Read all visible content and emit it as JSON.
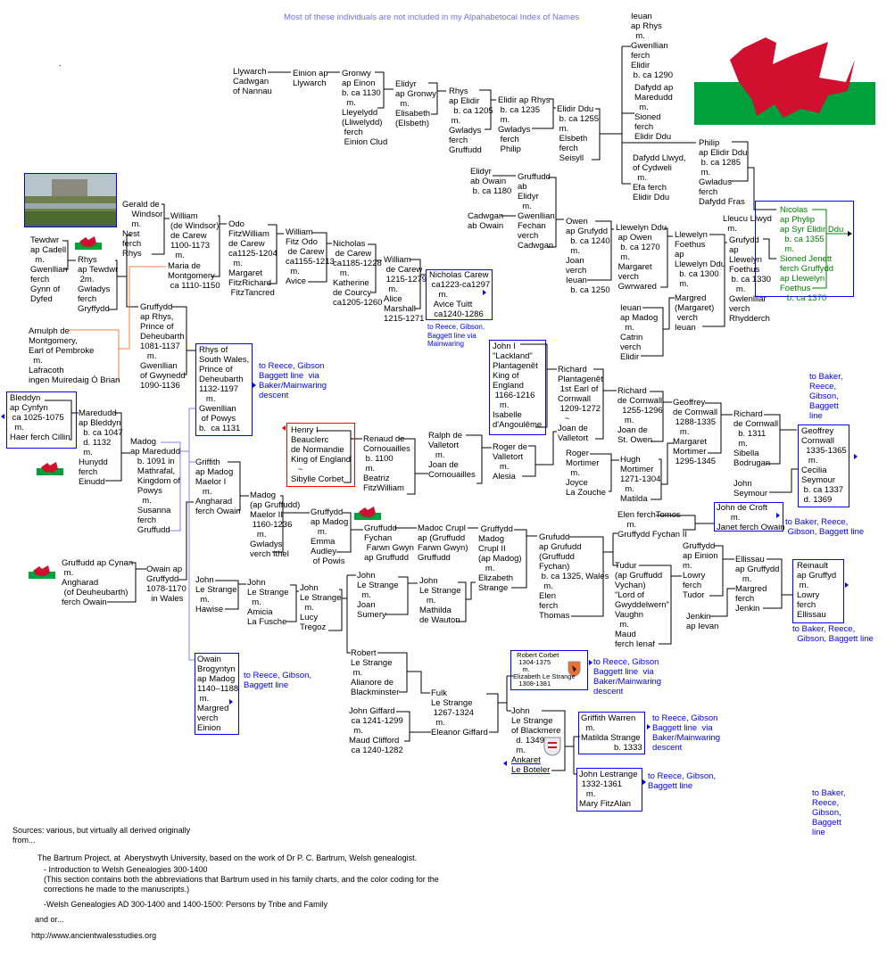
{
  "header": {
    "note": "Most of these individuals are not included in my Alpahabetocal Index of Names",
    "dot": "."
  },
  "colors": {
    "link": "#0000ff",
    "note": "#7070ff",
    "green": "#008000",
    "orange": "#f08040",
    "red": "#ff0000"
  },
  "people": {
    "llywarch": "Llywarch\nCadwgan\nof Nannau",
    "einion": "Einion ap\nLlywarch",
    "gronwy": "Gronwy\nap Einon\nb. ca 1130\n  m.\nLleyelydd\n(Lliwelydd)\n ferch\n Einion Clud",
    "elidyr": "Elidyr\nap Gronwy\n  m.\nElisabeth\n(Elsbeth)",
    "rhys_elidir": "Rhys\nap Elidir\n  b. ca 1205\n m.\nGwladys\nferch\nGruffudd",
    "elidir_rhys": "Elidir ap Rhys\n b. ca 1235\n m.\nGwladys\n ferch\n Philip",
    "elidir_ddu": "Elidir Ddu\n b. ca 1255\n m.\n Elsbeth\n ferch\n Seisyll",
    "ieuan_rhys": "Ieuan\nap Rhys\n  m.\nGwenllian\nferch\nElidir\n b. ca 1290",
    "dafydd_maredudd": "Dafydd ap\nMaredudd\n  m.\nSioned\nferch\nElidir Ddu",
    "dafydd_llwyd": "Dafydd Llwyd,\nof Cydweli\n  m.\nEfa ferch\nElidir Ddu",
    "philip": "Philip\nap Elidir Ddu\n b. ca 1285\n m.\nGwladus\nferch\nDafydd Fras",
    "nicolas": "Nicolas\nap Phylip\nap Syr Elidir Ddu\n  b. ca 1355\n  m.\nSioned Jenett\nferch Gruffydd\nap Llewelyn\nFoethus\n   b. ca 1370",
    "lleucu": "Lleucu Llwyd\n  m.",
    "grufydd_llewelyn": "Grufydd\nap\nLlewelyn\nFoethus\n b. ca 1330\n   m.\nGwlenlliar\nverch\nRhydderch",
    "elidyr_owain": "Elidyr\nab Owain\n b. ca 1180",
    "cadwgan_owain": "Cadwgan\nab Owain",
    "gruffudd_elidyr": "Gruffudd\nab\nElidyr\n  m.\nGwenllian\nFechan\nverch\nCadwgan",
    "owen": "Owen\nap Grufydd\n  b. ca 1240\n  m.\nJoan\nverch\nIeuan\n  b. ca 1250",
    "llewelyn_ddu": "Llewelyn Ddu\n ap Owen\n  b. ca 1270\n  m.\n Margaret\n verch\n Gwrwared",
    "llewelyn_foethus": "Llewelyn\nFoethus\nap\nLlewelyn Ddu\n  b. ca 1300\n  m.",
    "margred": "Margred\n(Margaret)\n verch\nIeuan",
    "ieuan_madog": "Ieuan\nap Madog\n  m.\nCatrin\nverch\nElidir",
    "tewdwr": "Tewdwr\nap Cadell\n  m.\nGwenllian\nferch\nGynn of\nDyfed",
    "rhys_tewdwr": "Rhys\nap Tewdwr\n 2m.\nGwladys\nferch\nGryffydd",
    "gerald": "Gerald de\n    Windsor\n    m.\nNest\nferch\nRhys",
    "william_windsor": "William\n(de Windsor)\nde Carew\n1100-1173\n  m.",
    "maria": "Maria de\nMontgomery\n ca 1110-1150",
    "odo": "Odo\nFitzWilliam\nde Carew\nca1125-1204\n  m.\nMargaret\nFitzRichard\n FitzTancred",
    "william_fitzodo": "William\nFitz Odo\n de Carew\nca1155-1213\n  m.\nAvice",
    "nicholas_carew": "Nicholas\n de Carew\nca1185-1228\n   m.\nKatherine\nde Courcy\nca1205-1260",
    "william_carew": "William\n de Carew\n 1215-1279\n  m.\nAlice\nMarshall\n1215-1271",
    "nicholas_carew2": "Nicholas Carew\n ca1223-ca1297\n    m.\n  Avice Tuitt\n  ca1240-1286",
    "gruffydd_rhys": "Gruffydd\nap Rhys,\nPrince of\nDeheubarth\n1081-1137\n   m.\nGwenllian\nof Gwynedd\n1090-1136",
    "arnulph": "Arnulph de\nMontgomery,\nEarl of Pembroke\n  m.\nLafracoth\ningen Muiredaig Ó Brian",
    "rhys_south_wales": "Rhys of\nSouth Wales,\nPrince of\nDeheubarth\n1132-1197\n   m.\nGwenllian\n of Powys\nb.  ca 1131",
    "bleddyn": "Bleddyn\nap Cynfyn\n ca 1025-1075\n  m.\nHaer ferch Cillin",
    "maredudd": "Maredudd\nap Bleddyn\n  b. ca 1047\n  d. 1132\n  m.\nHunydd\nferch\nEinudd",
    "madog_maredudd": "Madog\nap Maredudd\n   b. 1091 in\n   Mathrafal,\n   Kingdom of\n   Powys\n     m.\n   Susanna\n   ferch\n   Gruffudd",
    "griffith_madog": "Griffith\nap Madog\nMaelor I\n   m.\nAngharad\nferch Owain",
    "henry": "Henry I\nBeauclerc\nde Normandie\nKing of England\n   ~\nSibylle Corbet",
    "renaud": "Renaud de\nCornouailles\n b. 1100\n m.\nBeatriz\nFitzWilliam",
    "ralph": "Ralph de\nValletort\n   m.\nJoan de\nCornouailles",
    "roger_valletort": "Roger de\nValletort\n   m.\nAlesia",
    "john_i": "John I\n\"Lackland\"\nPlantagenêt\nKing of\nEngland\n 1166-1216\n   m.\nIsabelle\nd'Angoulême",
    "richard_plant": "Richard\nPlantagenêt\n 1st Earl of\nCornwall\n 1209-1272\n   ~\nJoan de\nValletort",
    "richard_cornwall": "Richard\nde Cornwall\n  1255-1296\n   m.\nJoan de\nSt. Owen",
    "geoffrey_cornwall": "Geoffrey\nde Cornwall\n 1288-1335\n   m.\nMargaret\nMortimer\n 1295-1345",
    "richard_1311": "Richard\nde Cornwall\n  b. 1311\n  m.\nSibella\nBodrugan",
    "geoffrey_1335": "Geoffrey\nCornwall\n  1335-1365\n   m.\nCecilia\nSeymour\n b. ca 1337\n d. 1369",
    "john_seymour": "John\nSeymour",
    "roger_mortimer": "Roger\nMortimer\n  m.\nJoyce\nLa Zouche",
    "hugh_mortimer": "Hugh\nMortimer\n1271-1304\n  m.\nMatilda",
    "madog_maelor2": "Madog\n(ap Gruffudd)\nMaelor II\n 1160-1236\n   m.\nGwladys\nverch Ithel",
    "gruffydd_madog": "Gruffydd\nap Madog\n   m.\nEmma\nAudley\n of Powis",
    "gruffudd_fychan": "Gruffudd\nFychan\n Farwn Gwyn\nap Gruffudd",
    "madoc_crupl": "Madoc Crupl\nap (Gruffudd\nFarwn Gwyn)\nGruffudd",
    "gruffydd_crupl2": " Gruffydd\nMadog\nCrupl II\n(ap Madog)\n   m.\nElizabeth\nStrange",
    "grufudd_grufudd": "Grufudd\nap Grufudd\n(Gruffudd\nFychan)\n b. ca 1325, Wales\n  m.\nElen\nferch\nThomas",
    "elen_tomos": "Elen ferchTomos\n    m.\nGruffydd Fychan II",
    "john_croft": "John de Croft\n      m.\nJanet ferch Owain",
    "tudur": "Tudur\n(ap Gruffudd\nVychan)\n\"Lord of\nGwyddelwern\"\nVaughn\n  m.\nMaud\nferch Ienaf",
    "gruffydd_einion": "Gruffydd\nap Einion\nm.\nLowry\nferch\nTudor",
    "jenkin": "Jenkin\nap Ievan",
    "ellissau": "Ellissau\nap Gruffydd\n   m.\nMargred\nferch\nJenkin",
    "reinault": "Reinault\nap Gruffyd\n m.\nLowry\nferch\nEllissau",
    "gruffudd_cynan": "Gruffudd ap Cynan\n m.\nAngharad\n (of Deuheubarth)\nferch Owain",
    "owain_gruffydd": "Owain ap\nGruffydd\n1078-1170\n  in Wales",
    "john_ls1": "John\nLe Strange\n  m.\nHawise",
    "john_ls2": "John\nLe Strange\n  m.\nAmicia\nLa Fusche",
    "john_ls3": "John\nLe Strange\n  m.\nLucy\nTregoz",
    "john_ls4": "John\nLe Strange\n  m.\nJoan\nSumery",
    "john_ls5": "John\nLe Strange\n   m.\nMathilda\nde Wauton",
    "owain_brogyntyn": "Owain\nBrogyntyn\nap Madog\n1140–1188\n m.\nMargred\nverch\nEinion",
    "robert_ls": "Robert\nLe Strange\n m.\nAlianore de\nBlackminster",
    "fulk": "Fulk\nLe Strange\n 1267-1324\n  m.\nEleanor Giffard",
    "john_giffard": "John Giffard\n ca 1241-1299\n  m.\nMaud Clifford\n ca 1240-1282",
    "robert_corbet": "  Robert Corbet\n   1304-1375\n     m.\nElizabeth Le Strange\n   1308-1381",
    "john_blackmere": "John\nLe Strange\nof Blackmere\n  d. 1349\n  m.",
    "ankaret": "Ankaret\nLe Boteler",
    "griffith_warren": "Griffith Warren\n  m.\nMatilda Strange\n              b. 1333",
    "john_lestrange": "John Lestrange\n 1332-1361\n   m.\nMary FitzAlan"
  },
  "links": {
    "carew": "to Reece, Gibson,\nBaggett line via\nMainwaring",
    "rhys": "to Reece, Gibson\nBaggett line  via\nBaker/Mainwaring\ndescent",
    "cornwall": "to Baker,\nReece,\nGibson,\nBaggett\nline",
    "croft": "to Baker, Reece,\n Gibson, Baggett line",
    "reinault": "to Baker, Reece,\n  Gibson, Baggett line",
    "brogyntyn": "to Reece, Gibson,\nBaggett line",
    "corbet": "to Reece, Gibson\nBaggett line  via\nBaker/Mainwaring\ndescent",
    "warren": "to Reece, Gibson\nBaggett line  via\nBaker/Mainwaring\ndescent",
    "lestrange": "to Reece, Gibson,\nBaggett line",
    "bottom_right": "to Baker,\nReece,\nGibson,\nBaggett\nline"
  },
  "sources": {
    "intro": "Sources: various, but virtually all derived originally\nfrom...",
    "bartrum": "The Bartrum Project, at  Aberystwyth University, based on the work of Dr P. C. Bartrum, Welsh genealogist.",
    "item1": "- Introduction to Welsh Genealogies 300-1400\n(This section contains both the abbreviations that Bartrum used in his family charts, and the color coding for the\ncorrections he made to the manuscripts.)",
    "item2": "-Welsh Genealogies AD 300-1400 and 1400-1500: Persons by Tribe and Family",
    "andor": "and or...",
    "url": "http://www.ancientwalesstudies.org"
  }
}
